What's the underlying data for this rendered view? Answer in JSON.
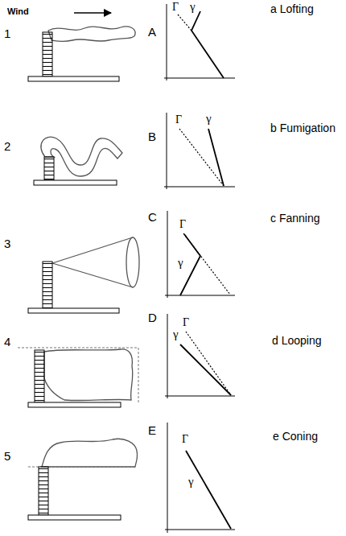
{
  "diagram": {
    "labels": [
      "1",
      "Wind",
      "A",
      "Γ",
      "γ",
      "a Lofting",
      "2",
      "B",
      "Γ",
      "γ",
      "b Fumigation",
      "3",
      "C",
      "Γ",
      "γ",
      "c Fanning",
      "4",
      "D",
      "Γ",
      "γ",
      "d Looping",
      "5",
      "E",
      "Γ",
      "γ",
      "e Coning"
    ]
  }
}
